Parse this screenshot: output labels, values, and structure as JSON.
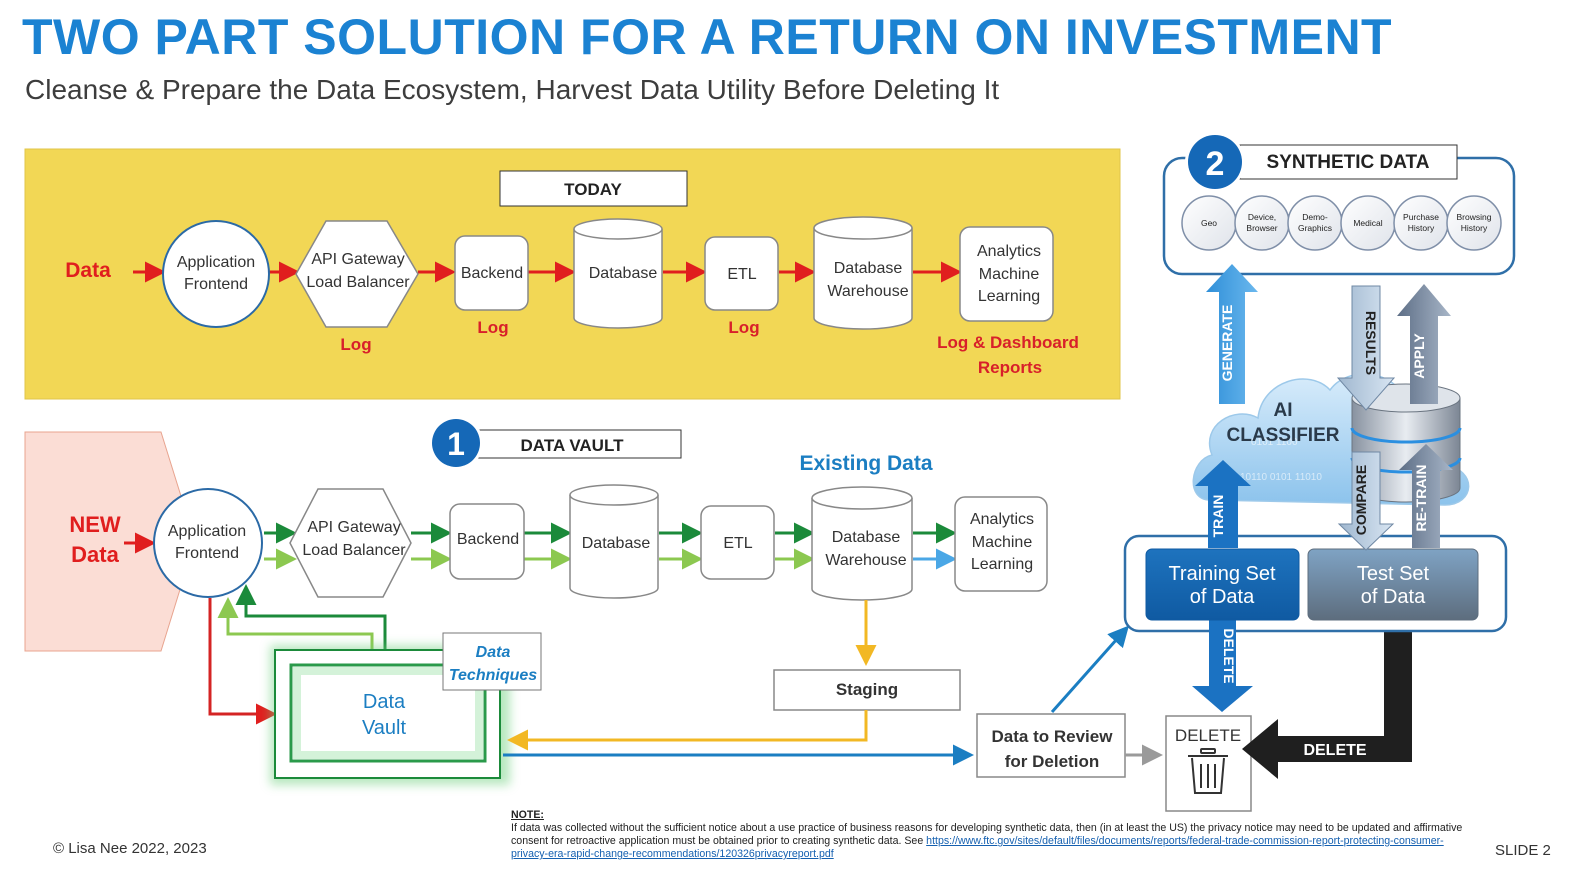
{
  "title": "TWO PART SOLUTION FOR A RETURN ON INVESTMENT",
  "subtitle": "Cleanse & Prepare the Data Ecosystem, Harvest Data Utility Before Deleting It",
  "today": {
    "label": "TODAY",
    "input_label": "Data",
    "nodes": {
      "frontend": [
        "Application",
        "Frontend"
      ],
      "gateway": [
        "API Gateway",
        "Load Balancer"
      ],
      "backend": "Backend",
      "database": "Database",
      "etl": "ETL",
      "warehouse": [
        "Database",
        "Warehouse"
      ],
      "analytics": [
        "Analytics",
        "Machine",
        "Learning"
      ]
    },
    "log_labels": {
      "gateway": "Log",
      "backend": "Log",
      "etl": "Log",
      "analytics": [
        "Log & Dashboard",
        "Reports"
      ]
    },
    "colors": {
      "background": "#f2d755",
      "arrow": "#e01e1e",
      "log_text": "#d8202a"
    }
  },
  "vault_section": {
    "badge_number": "1",
    "label": "DATA VAULT",
    "new_data_label": [
      "NEW",
      "Data"
    ],
    "existing_data_label": "Existing Data",
    "nodes": {
      "frontend": [
        "Application",
        "Frontend"
      ],
      "gateway": [
        "API Gateway",
        "Load Balancer"
      ],
      "backend": "Backend",
      "database": "Database",
      "etl": "ETL",
      "warehouse": [
        "Database",
        "Warehouse"
      ],
      "analytics": [
        "Analytics",
        "Machine",
        "Learning"
      ]
    },
    "data_techniques": [
      "Data",
      "Techniques"
    ],
    "vault": [
      "Data",
      "Vault"
    ],
    "staging": "Staging",
    "review": [
      "Data to Review",
      "for Deletion"
    ],
    "delete_box": "DELETE",
    "colors": {
      "dark_green": "#1b8a3a",
      "light_green": "#8cc850",
      "blue": "#1b7ec2",
      "yellow": "#f2b824",
      "new_data_bg": "#fbddd5"
    }
  },
  "synthetic": {
    "badge_number": "2",
    "label": "SYNTHETIC DATA",
    "categories": [
      [
        "Geo"
      ],
      [
        "Device,",
        "Browser"
      ],
      [
        "Demo-",
        "Graphics"
      ],
      [
        "Medical"
      ],
      [
        "Purchase",
        "History"
      ],
      [
        "Browsing",
        "History"
      ]
    ],
    "ai_classifier": [
      "AI",
      "CLASSIFIER"
    ],
    "arrows": {
      "generate": "GENERATE",
      "results": "RESULTS",
      "apply": "APPLY",
      "train": "TRAIN",
      "compare": "COMPARE",
      "retrain": "RE-TRAIN",
      "delete_down": "DELETE",
      "delete_left": "DELETE"
    },
    "training_set": [
      "Training Set",
      "of Data"
    ],
    "test_set": [
      "Test Set",
      "of Data"
    ]
  },
  "note": {
    "label": "NOTE:",
    "text": "If data was collected without the sufficient notice about a use practice of business reasons for developing synthetic data, then (in at least the US) the privacy notice may need to be updated and affirmative consent for retroactive application must be obtained prior to creating synthetic data.  See ",
    "link": "https://www.ftc.gov/sites/default/files/documents/reports/federal-trade-commission-report-protecting-consumer-privacy-era-rapid-change-recommendations/120326privacyreport.pdf"
  },
  "copyright": "© Lisa Nee 2022, 2023",
  "slide": "SLIDE 2"
}
